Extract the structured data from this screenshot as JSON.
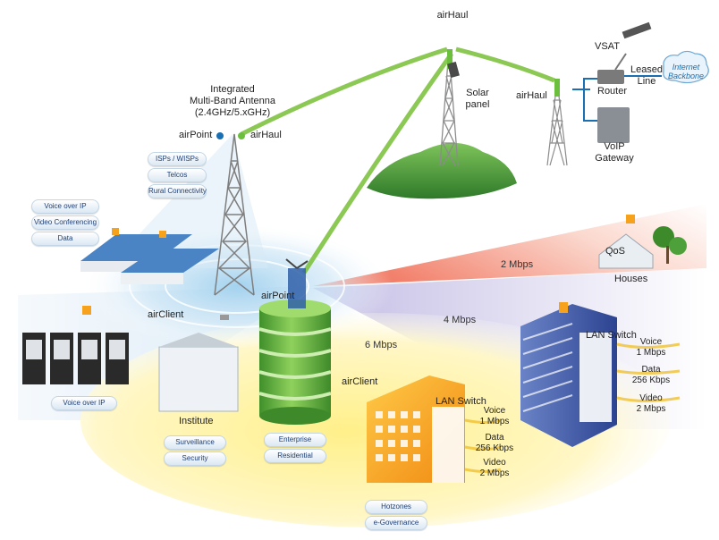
{
  "labels": {
    "airhaul_top": "airHaul",
    "solar_panel": "Solar\npanel",
    "airhaul_right": "airHaul",
    "vsat": "VSAT",
    "leased_line": "Leased\nLine",
    "internet_backbone": "Internet\nBackbone",
    "router": "Router",
    "voip_gateway": "VoIP\nGateway",
    "integrated_antenna": "Integrated\nMulti-Band Antenna\n(2.4GHz/5.xGHz)",
    "airpoint_left": "airPoint",
    "airhaul_left": "airHaul",
    "airpoint_center": "airPoint",
    "airclient_left": "airClient",
    "institute": "Institute",
    "airclient_center": "airClient",
    "qos": "QoS",
    "houses": "Houses",
    "rate_houses": "2 Mbps",
    "rate_right": "4 Mbps",
    "rate_center": "6 Mbps",
    "lan_switch_right": "LAN Switch",
    "voice_right": "Voice\n1 Mbps",
    "data_right": "Data\n256 Kbps",
    "video_right": "Video\n2 Mbps",
    "lan_switch_center": "LAN Switch",
    "voice_center": "Voice\n1 Mbps",
    "data_center": "Data\n256 Kbps",
    "video_center": "Video\n2 Mbps"
  },
  "pills": {
    "isps": "ISPs / WISPs",
    "telcos": "Telcos",
    "rural": "Rural Connectivity",
    "voice_over_ip_top": "Voice over IP",
    "video_conf": "Video Conferencing",
    "data": "Data",
    "voice_over_ip_bottom": "Voice over IP",
    "surveillance": "Surveillance",
    "security": "Security",
    "enterprise": "Enterprise",
    "residential": "Residential",
    "hotzones": "Hotzones",
    "egov": "e-Governance"
  },
  "colors": {
    "link_green": "#7fc241",
    "hill_green": "#5aa03a",
    "tower_gray": "#8c8c8c",
    "brand_blue": "#1a6fb3",
    "building_orange": "#f7a21c",
    "building_blue": "#3d55a4",
    "cylinder_green": "#6dba45"
  }
}
